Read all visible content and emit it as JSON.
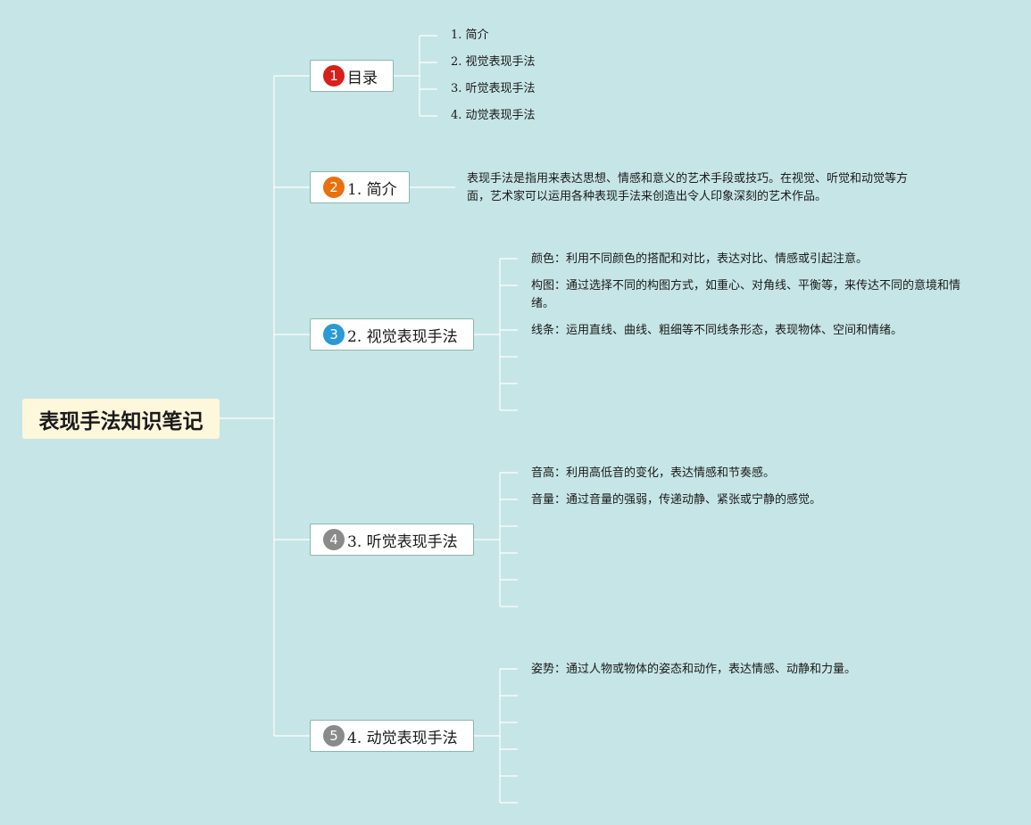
{
  "title": "表现手法知识笔记",
  "colors": {
    "background": "#c6e5e6",
    "root_fill": "#fdf7dc",
    "node_border": "#8db8aa",
    "connector": "#ffffff",
    "badge_1": "#d8201b",
    "badge_2": "#e8700f",
    "badge_3": "#2a9ad6",
    "badge_4": "#8a8a8a",
    "badge_5": "#8a8a8a"
  },
  "branches": [
    {
      "badge": "1",
      "label": "目录",
      "children": [
        "1. 简介",
        "2. 视觉表现手法",
        "3. 听觉表现手法",
        "4. 动觉表现手法"
      ]
    },
    {
      "badge": "2",
      "label": "1. 简介",
      "text": "表现手法是指用来表达思想、情感和意义的艺术手段或技巧。在视觉、听觉和动觉等方面，艺术家可以运用各种表现手法来创造出令人印象深刻的艺术作品。"
    },
    {
      "badge": "3",
      "label": "2. 视觉表现手法",
      "children": [
        "颜色：利用不同颜色的搭配和对比，表达对比、情感或引起注意。",
        "构图：通过选择不同的构图方式，如重心、对角线、平衡等，来传达不同的意境和情绪。",
        "线条：运用直线、曲线、粗细等不同线条形态，表现物体、空间和情绪。"
      ]
    },
    {
      "badge": "4",
      "label": "3. 听觉表现手法",
      "children": [
        "音高：利用高低音的变化，表达情感和节奏感。",
        "音量：通过音量的强弱，传递动静、紧张或宁静的感觉。"
      ]
    },
    {
      "badge": "5",
      "label": "4. 动觉表现手法",
      "children": [
        "姿势：通过人物或物体的姿态和动作，表达情感、动静和力量。"
      ]
    }
  ]
}
